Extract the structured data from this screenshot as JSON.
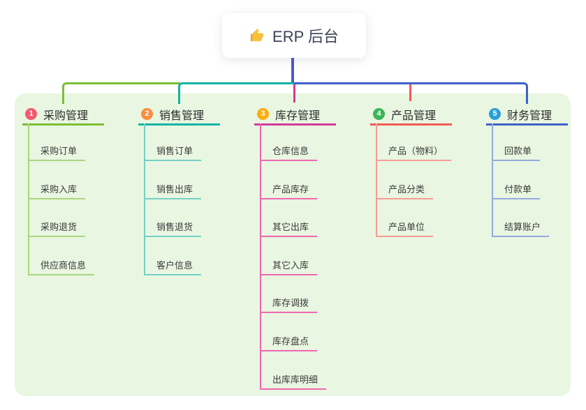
{
  "root": {
    "label": "ERP 后台",
    "icon": "thumbs-up-icon",
    "connector_color": "#5158c9",
    "icon_colors": {
      "hand": "#fac036",
      "cuff": "#e6a23c"
    }
  },
  "panel": {
    "background_color": "#e9f6e1"
  },
  "branches": [
    {
      "badge": "1",
      "badge_color": "#f4586e",
      "label": "采购管理",
      "line_color": "#7cbe35",
      "child_line_color": "#a9d57f",
      "children": [
        "采购订单",
        "采购入库",
        "采购退货",
        "供应商信息"
      ]
    },
    {
      "badge": "2",
      "badge_color": "#f98e41",
      "label": "销售管理",
      "line_color": "#14b3a5",
      "child_line_color": "#76d0c5",
      "children": [
        "销售订单",
        "销售出库",
        "销售退货",
        "客户信息"
      ]
    },
    {
      "badge": "3",
      "badge_color": "#fbae10",
      "label": "库存管理",
      "line_color": "#d23a9d",
      "child_line_color": "#ee67b0",
      "children": [
        "仓库信息",
        "产品库存",
        "其它出库",
        "其它入库",
        "库存调拨",
        "库存盘点",
        "出库库明细"
      ]
    },
    {
      "badge": "4",
      "badge_color": "#3cb457",
      "label": "产品管理",
      "line_color": "#f15b55",
      "child_line_color": "#f69b95",
      "children": [
        "产品（物料）",
        "产品分类",
        "产品单位"
      ]
    },
    {
      "badge": "5",
      "badge_color": "#2a9fd8",
      "label": "财务管理",
      "line_color": "#3e61c8",
      "child_line_color": "#94a9dd",
      "children": [
        "回款单",
        "付款单",
        "结算账户"
      ]
    }
  ]
}
